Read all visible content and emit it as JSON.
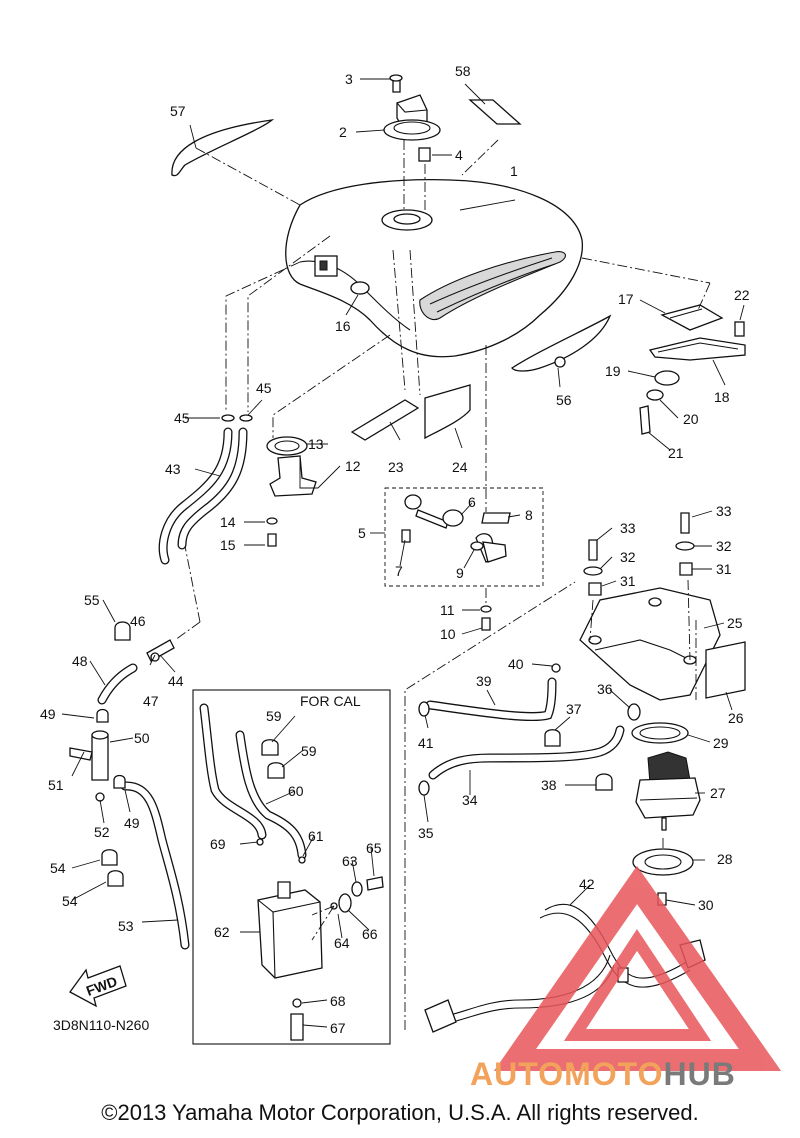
{
  "diagram": {
    "box_title": "FOR CAL",
    "fwd_label": "FWD",
    "diagram_code": "3D8N110-N260",
    "copyright": "©2013 Yamaha Motor Corporation, U.S.A. All rights reserved.",
    "watermark": {
      "part_a": "AUTOMOTO",
      "part_b": "HUB",
      "colors": {
        "triangle": "#e8565a",
        "text_a": "#f2a25a",
        "text_b": "#7a7a7a"
      }
    },
    "callouts": [
      "1",
      "2",
      "3",
      "4",
      "5",
      "6",
      "7",
      "8",
      "9",
      "10",
      "11",
      "12",
      "13",
      "14",
      "15",
      "16",
      "17",
      "18",
      "19",
      "20",
      "21",
      "22",
      "23",
      "24",
      "25",
      "26",
      "27",
      "28",
      "29",
      "30",
      "31",
      "31",
      "32",
      "32",
      "33",
      "33",
      "34",
      "35",
      "36",
      "37",
      "38",
      "39",
      "40",
      "41",
      "42",
      "43",
      "44",
      "45",
      "45",
      "46",
      "47",
      "48",
      "49",
      "49",
      "50",
      "51",
      "52",
      "53",
      "54",
      "54",
      "55",
      "56",
      "57",
      "58",
      "59",
      "59",
      "60",
      "61",
      "62",
      "63",
      "64",
      "65",
      "66",
      "67",
      "68",
      "69"
    ]
  }
}
